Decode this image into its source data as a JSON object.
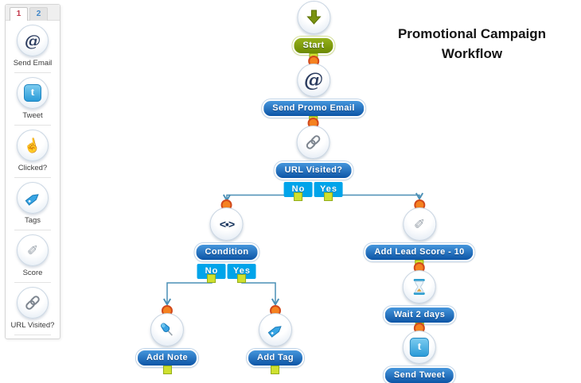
{
  "sidebar": {
    "tabs": [
      {
        "label": "1"
      },
      {
        "label": "2"
      }
    ],
    "items": [
      {
        "label": "Send Email",
        "icon": "at-email-icon",
        "glyph": "@"
      },
      {
        "label": "Tweet",
        "icon": "twitter-icon",
        "glyph": "t"
      },
      {
        "label": "Clicked?",
        "icon": "click-hand-icon",
        "glyph": "☝"
      },
      {
        "label": "Tags",
        "icon": "tag-icon"
      },
      {
        "label": "Score",
        "icon": "pencil-icon",
        "glyph": "✐"
      },
      {
        "label": "URL Visited?",
        "icon": "chain-link-icon"
      }
    ]
  },
  "canvas": {
    "title_line1": "Promotional Campaign",
    "title_line2": "Workflow",
    "nodes": {
      "start": {
        "label": "Start",
        "icon": "down-arrow-icon"
      },
      "send_promo_email": {
        "label": "Send Promo Email",
        "icon": "at-email-icon",
        "glyph": "@"
      },
      "url_visited": {
        "label": "URL Visited?",
        "icon": "chain-link-icon",
        "no_label": "No",
        "yes_label": "Yes"
      },
      "condition": {
        "label": "Condition",
        "icon": "compare-icon",
        "glyph": "<▪>",
        "no_label": "No",
        "yes_label": "Yes"
      },
      "add_note": {
        "label": "Add Note",
        "icon": "push-pin-icon"
      },
      "add_tag": {
        "label": "Add Tag",
        "icon": "tag-icon"
      },
      "add_lead_score": {
        "label": "Add Lead Score - 10",
        "icon": "pencil-icon",
        "glyph": "✐"
      },
      "wait_2_days": {
        "label": "Wait 2 days",
        "icon": "hourglass-icon"
      },
      "send_tweet": {
        "label": "Send Tweet",
        "icon": "twitter-icon",
        "glyph": "t"
      }
    },
    "colors": {
      "pill_blue": "#1268bd",
      "pill_green": "#7d9b07",
      "branch_button": "#00a4ea",
      "connector_line": "#4a8fb5",
      "port_square": "#cfe02f",
      "port_dot": "#f58220"
    }
  }
}
